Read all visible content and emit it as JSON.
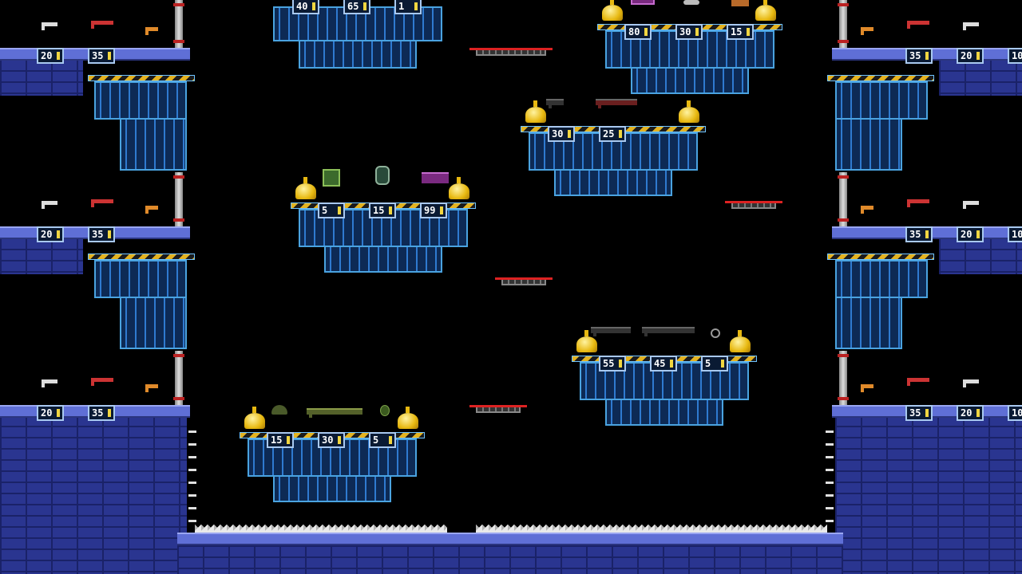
{
  "scene": {
    "price_tags": {
      "left_wall": [
        [
          "20",
          "35"
        ],
        [
          "20",
          "35"
        ],
        [
          "20",
          "35"
        ]
      ],
      "right_wall": [
        [
          "35",
          "20",
          "10"
        ],
        [
          "35",
          "20",
          "10"
        ],
        [
          "35",
          "20",
          "10"
        ]
      ],
      "platform_top": [
        "40",
        "65",
        "1"
      ],
      "platform_upper_right": [
        "80",
        "30",
        "15"
      ],
      "platform_mid_right": [
        "30",
        "25"
      ],
      "platform_mid_left": [
        "5",
        "15",
        "99"
      ],
      "platform_lower_right": [
        "55",
        "45",
        "5"
      ],
      "platform_bottom_left": [
        "15",
        "30",
        "5"
      ]
    },
    "item_icons": [
      "revolver-icon",
      "shotgun-icon",
      "ammo-crate-icon",
      "shield-icon",
      "gatling-icon",
      "rifle-icon",
      "sniper-rifle-icon",
      "grenade-icon",
      "helmet-icon",
      "gold-sack-icon"
    ]
  }
}
